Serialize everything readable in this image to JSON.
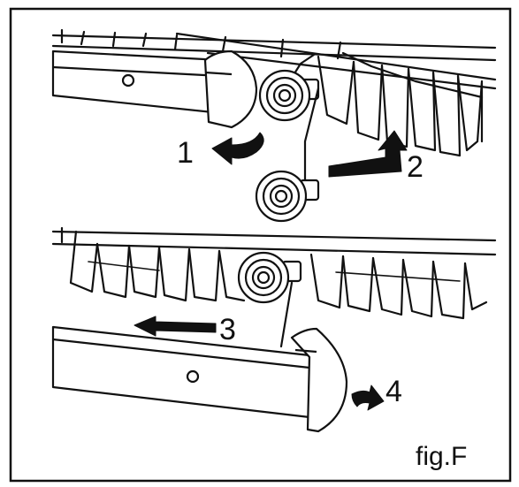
{
  "figure": {
    "caption": "fig.F",
    "steps": [
      {
        "label": "1"
      },
      {
        "label": "2"
      },
      {
        "label": "3"
      },
      {
        "label": "4"
      }
    ]
  }
}
